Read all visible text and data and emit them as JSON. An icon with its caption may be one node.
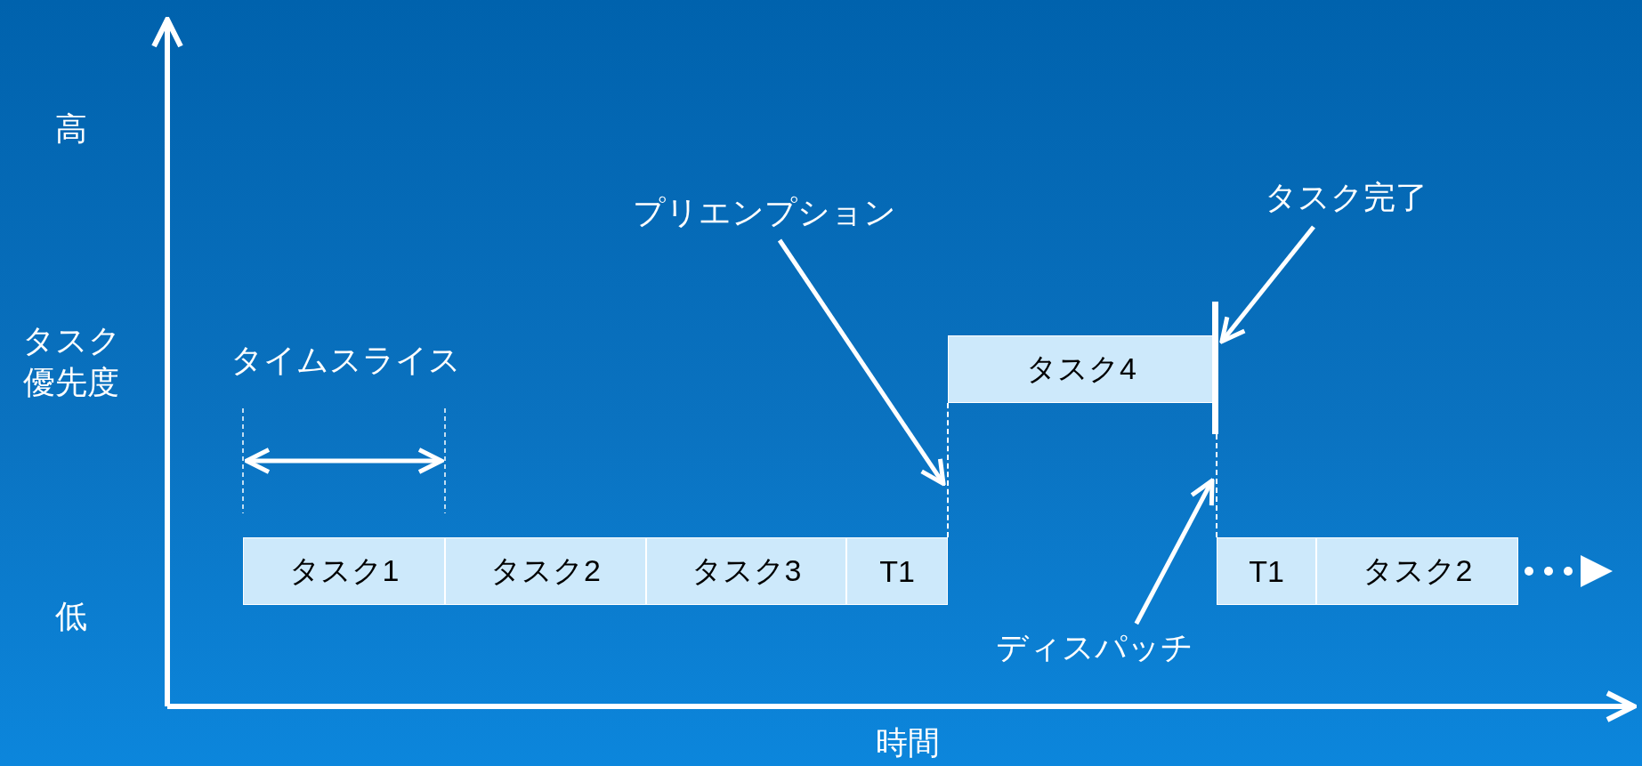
{
  "diagram": {
    "nodes": [
      {
        "text": [
          "タスク1"
        ]
      },
      {
        "text": [
          "タスク2"
        ]
      },
      {
        "text": [
          "タスク3"
        ]
      },
      {
        "text": [
          "T1"
        ]
      },
      {
        "text": [
          "タスク4"
        ]
      },
      {
        "text": [
          "T1"
        ]
      },
      {
        "text": [
          "タスク2"
        ]
      },
      {
        "text": [
          "プリエンプション"
        ]
      },
      {
        "text": [
          "タスク完了"
        ]
      },
      {
        "text": [],
        "shape": "bar"
      },
      {
        "text": [
          "ディスパッチ"
        ]
      },
      {
        "text": [],
        "shape": "line"
      },
      {
        "text": [],
        "shape": "line"
      }
    ],
    "edges": [
      {
        "from": 7,
        "to": 11,
        "arrow": "to"
      },
      {
        "from": 8,
        "to": 9,
        "arrow": "to"
      },
      {
        "from": 10,
        "to": 12,
        "arrow": "to"
      }
    ],
    "labels": [
      "高",
      "タスク優先度",
      "低",
      "タイムスライス",
      "時間"
    ]
  }
}
